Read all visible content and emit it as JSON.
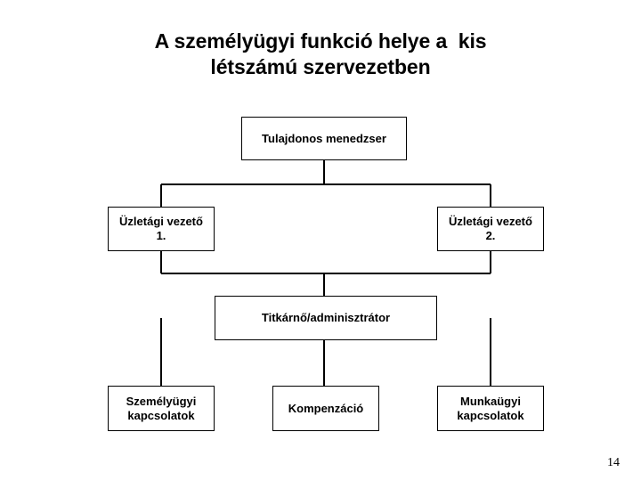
{
  "slide": {
    "title_line_1": "A személyügyi funkció helye a  kis",
    "title_line_2": "létszámú szervezetben",
    "page_number": "14",
    "background_color": "#ffffff",
    "line_color": "#000000",
    "text_color": "#000000"
  },
  "chart_data": {
    "type": "diagram",
    "diagram_kind": "organizational-chart",
    "title": "A személyügyi funkció helye a  kis létszámú szervezetben",
    "nodes": [
      {
        "id": "owner-manager",
        "label": "Tulajdonos menedzser",
        "level": 1
      },
      {
        "id": "unit-leader-1",
        "label": "Üzletági vezető\n1.",
        "level": 2
      },
      {
        "id": "unit-leader-2",
        "label": "Üzletági vezető\n2.",
        "level": 2
      },
      {
        "id": "secretary",
        "label": "Titkárnő/adminisztrátor",
        "level": 3
      },
      {
        "id": "hr-relations",
        "label": "Személyügyi\nkapcsolatok",
        "level": 4
      },
      {
        "id": "compensation",
        "label": "Kompenzáció",
        "level": 4
      },
      {
        "id": "labor-relations",
        "label": "Munkaügyi\nkapcsolatok",
        "level": 4
      }
    ],
    "edges": [
      {
        "from": "owner-manager",
        "to": "unit-leader-1"
      },
      {
        "from": "owner-manager",
        "to": "unit-leader-2"
      },
      {
        "from": "unit-leader-1",
        "to": "secretary"
      },
      {
        "from": "unit-leader-2",
        "to": "secretary"
      },
      {
        "from": "secretary",
        "to": "compensation"
      },
      {
        "from": "unit-leader-1",
        "to": "hr-relations"
      },
      {
        "from": "unit-leader-2",
        "to": "labor-relations"
      }
    ]
  }
}
